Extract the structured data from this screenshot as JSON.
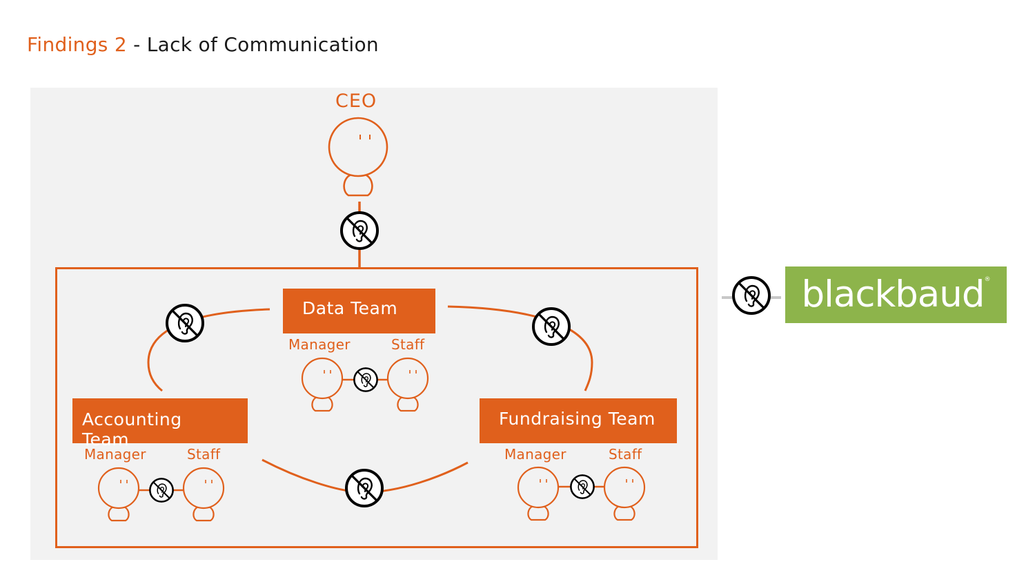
{
  "title": {
    "accent": "Findings 2",
    "rest": " - Lack of Communication"
  },
  "ceo": {
    "label": "CEO"
  },
  "teams": {
    "data": {
      "name": "Data Team",
      "manager": "Manager",
      "staff": "Staff"
    },
    "accounting": {
      "name_line1": "Accounting",
      "name_line2": "Team",
      "manager": "Manager",
      "staff": "Staff"
    },
    "fundraising": {
      "name": "Fundraising Team",
      "manager": "Manager",
      "staff": "Staff"
    }
  },
  "vendor": {
    "name": "blackbaud",
    "mark": "®"
  },
  "colors": {
    "accent": "#E0601C",
    "panel": "#f2f2f2",
    "vendor_green": "#8DB44B",
    "ink": "#000000"
  },
  "icons": {
    "person": "person-icon",
    "no_listening": "no-listening-ear-icon"
  }
}
